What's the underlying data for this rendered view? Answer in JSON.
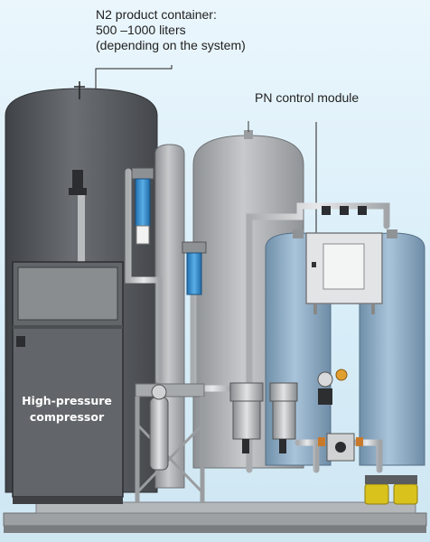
{
  "callouts": {
    "n2_container": {
      "line1": "N2 product container:",
      "line2": "500 –1000 liters",
      "line3": "(depending on the system)"
    },
    "pn_module": "PN control module"
  },
  "equipment": {
    "compressor_line1": "High-pressure",
    "compressor_line2": "compressor"
  },
  "colors": {
    "background": "#dcf0f9",
    "tank_dark": "#5e6266",
    "tank_light": "#b6b9bc",
    "blue_vessel": "#8fb0cc",
    "filter_blue": "#3a8fd0",
    "control_box": "#e4e5e6",
    "compressor_panel": "#6a6e72",
    "piping": "#d4d6d8"
  }
}
